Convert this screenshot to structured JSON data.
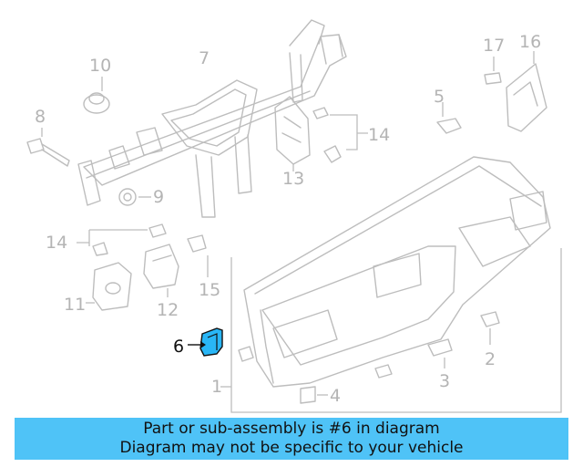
{
  "callouts": {
    "c1": "1",
    "c2": "2",
    "c3": "3",
    "c4": "4",
    "c5": "5",
    "c6": "6",
    "c7": "7",
    "c8": "8",
    "c9": "9",
    "c10": "10",
    "c11": "11",
    "c12": "12",
    "c13": "13",
    "c14a": "14",
    "c14b": "14",
    "c15": "15",
    "c16": "16",
    "c17": "17"
  },
  "highlight": {
    "part": "6",
    "color": "#29b6f6"
  },
  "banner": {
    "line1": "Part or sub-assembly is #6 in diagram",
    "line2": "Diagram may not be specific to your vehicle",
    "background": "#4fc3f7"
  }
}
